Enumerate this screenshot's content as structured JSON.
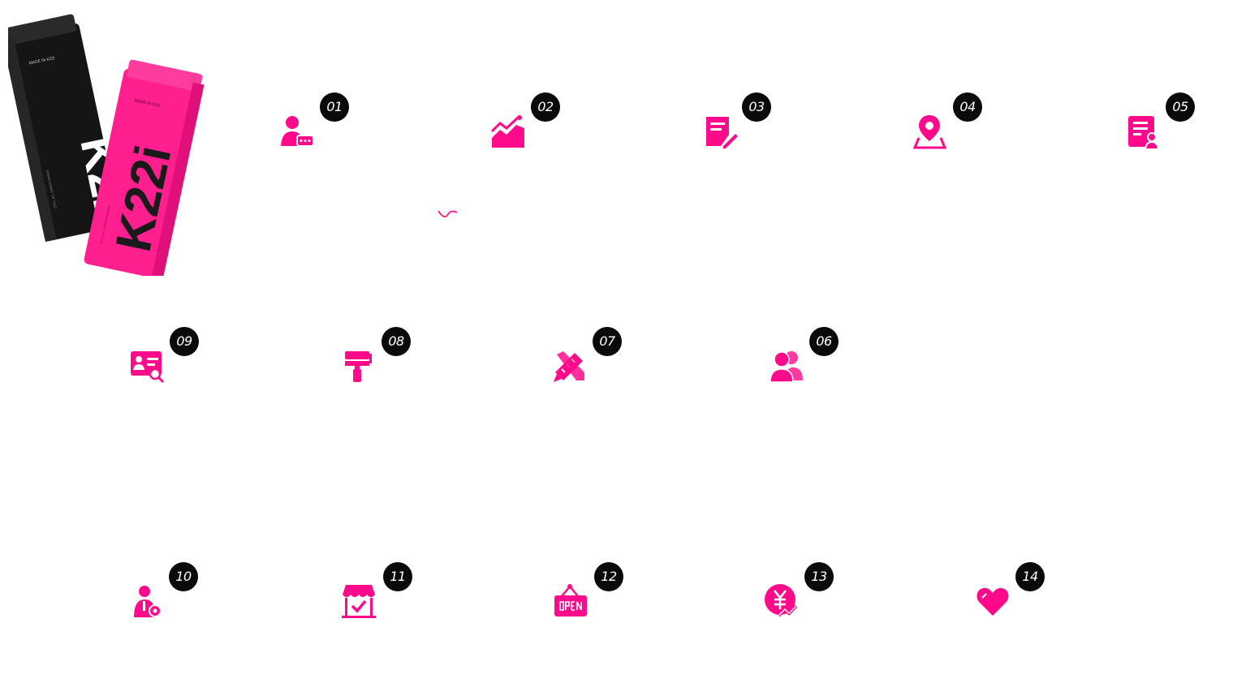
{
  "accent_color": "#ff0a8a",
  "badge_color": "#0a0a0a",
  "product": {
    "can_black": {
      "brand": "K22i",
      "small_text": "MADE IN K22i",
      "side_text": "STILL ALL SMOOTHNESS"
    },
    "can_pink": {
      "brand": "K22i",
      "small_text": "MADE IN K22i",
      "side_text": "STILL ALL SMOOTHNESS"
    }
  },
  "steps": [
    {
      "number": "01",
      "icon": "consultant-chat-icon"
    },
    {
      "number": "02",
      "icon": "trend-chart-icon"
    },
    {
      "number": "03",
      "icon": "document-edit-icon"
    },
    {
      "number": "04",
      "icon": "map-location-icon"
    },
    {
      "number": "05",
      "icon": "document-person-icon"
    },
    {
      "number": "06",
      "icon": "users-group-icon"
    },
    {
      "number": "07",
      "icon": "design-tools-icon"
    },
    {
      "number": "08",
      "icon": "paint-roller-icon"
    },
    {
      "number": "09",
      "icon": "id-card-search-icon"
    },
    {
      "number": "10",
      "icon": "user-settings-icon"
    },
    {
      "number": "11",
      "icon": "store-check-icon"
    },
    {
      "number": "12",
      "icon": "open-sign-icon"
    },
    {
      "number": "13",
      "icon": "yuan-growth-icon"
    },
    {
      "number": "14",
      "icon": "heart-icon"
    }
  ]
}
